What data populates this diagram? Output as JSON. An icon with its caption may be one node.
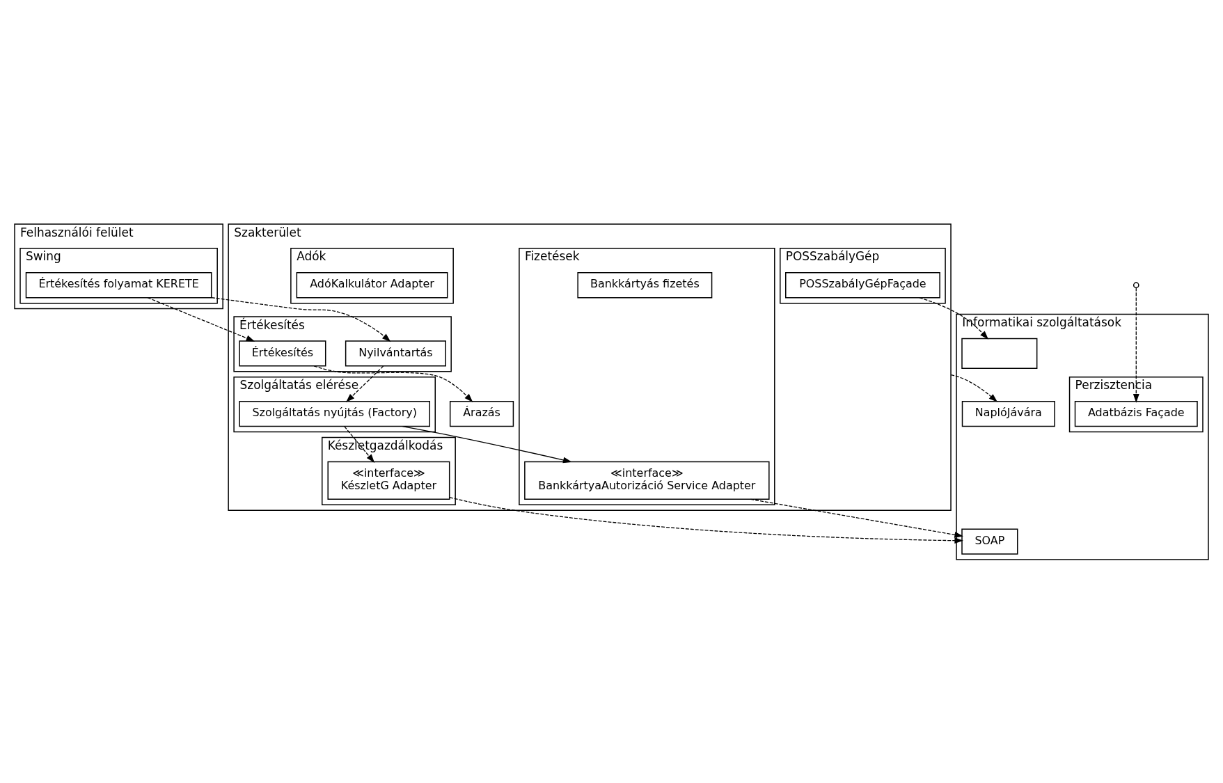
{
  "diagram": {
    "nodes": [
      {
        "text": [
          "Felhasználói felület"
        ]
      },
      {
        "text": [
          "Swing"
        ],
        "in": 0
      },
      {
        "text": [
          "Értékesítés folyamat KERETE"
        ],
        "in": 1
      },
      {
        "text": [
          "Szakterület"
        ]
      },
      {
        "text": [
          "Értékesítés"
        ],
        "in": 3
      },
      {
        "text": [
          "Nyilvántartás"
        ],
        "in": 4
      },
      {
        "text": [
          "Értékesítés"
        ],
        "in": 4
      },
      {
        "text": [
          "Árazás"
        ],
        "in": 3
      },
      {
        "text": [
          "Szolgáltatás elérése"
        ],
        "in": 3
      },
      {
        "text": [
          "Szolgáltatás nyújtás (Factory)"
        ],
        "in": 8
      },
      {
        "text": [
          "Készletgazdálkodás"
        ],
        "in": 3
      },
      {
        "text": [
          "≪interface≫",
          "KészletG Adapter"
        ],
        "in": 10
      },
      {
        "text": [
          "Fizetések"
        ],
        "in": 3
      },
      {
        "text": [
          "Bankkártyás fizetés"
        ],
        "in": 12
      },
      {
        "text": [
          "≪interface≫",
          "BankkártyaAutorizáció Service Adapter"
        ],
        "in": 12
      },
      {
        "text": [
          "POSSzabályGép"
        ],
        "in": 3
      },
      {
        "text": [
          "POSSzabályGépFaçade"
        ],
        "in": 15
      },
      {
        "text": [
          "Adók"
        ],
        "in": 3
      },
      {
        "text": [
          "AdóKalkulátor Adapter"
        ],
        "in": 17
      },
      {
        "text": [
          "Informatikai szolgáltatások"
        ]
      },
      {
        "text": [
          "Perzisztencia"
        ],
        "in": 19
      },
      {
        "text": [
          "Adatbázis Façade"
        ],
        "in": 20
      },
      {
        "text": [
          "NaplóJávára"
        ],
        "in": 19
      },
      {
        "text": [],
        "shape": "box",
        "in": 19
      },
      {
        "text": [
          "SOAP"
        ],
        "in": 19
      }
    ],
    "edges": [
      {
        "from": 2,
        "to": 5,
        "arrow": "to",
        "style": "dashed"
      },
      {
        "from": 2,
        "to": 6,
        "arrow": "to",
        "style": "dashed"
      },
      {
        "from": 6,
        "to": 7,
        "arrow": "to",
        "style": "dashed"
      },
      {
        "from": 5,
        "to": 9,
        "arrow": "to",
        "style": "dashed"
      },
      {
        "from": 9,
        "to": 14,
        "arrow": "to"
      },
      {
        "from": 9,
        "to": 11,
        "arrow": "to",
        "style": "dashed"
      },
      {
        "from": 11,
        "to": 24,
        "arrow": "to",
        "style": "dashed"
      },
      {
        "from": 16,
        "to": 23,
        "arrow": "to",
        "style": "dashed"
      },
      {
        "from": 3,
        "to": 22,
        "arrow": "to",
        "style": "dashed"
      },
      {
        "from": 14,
        "to": 24,
        "arrow": "to",
        "style": "dashed"
      },
      {
        "from": null,
        "to": 21,
        "arrow": "to",
        "style": "dashed"
      }
    ]
  }
}
